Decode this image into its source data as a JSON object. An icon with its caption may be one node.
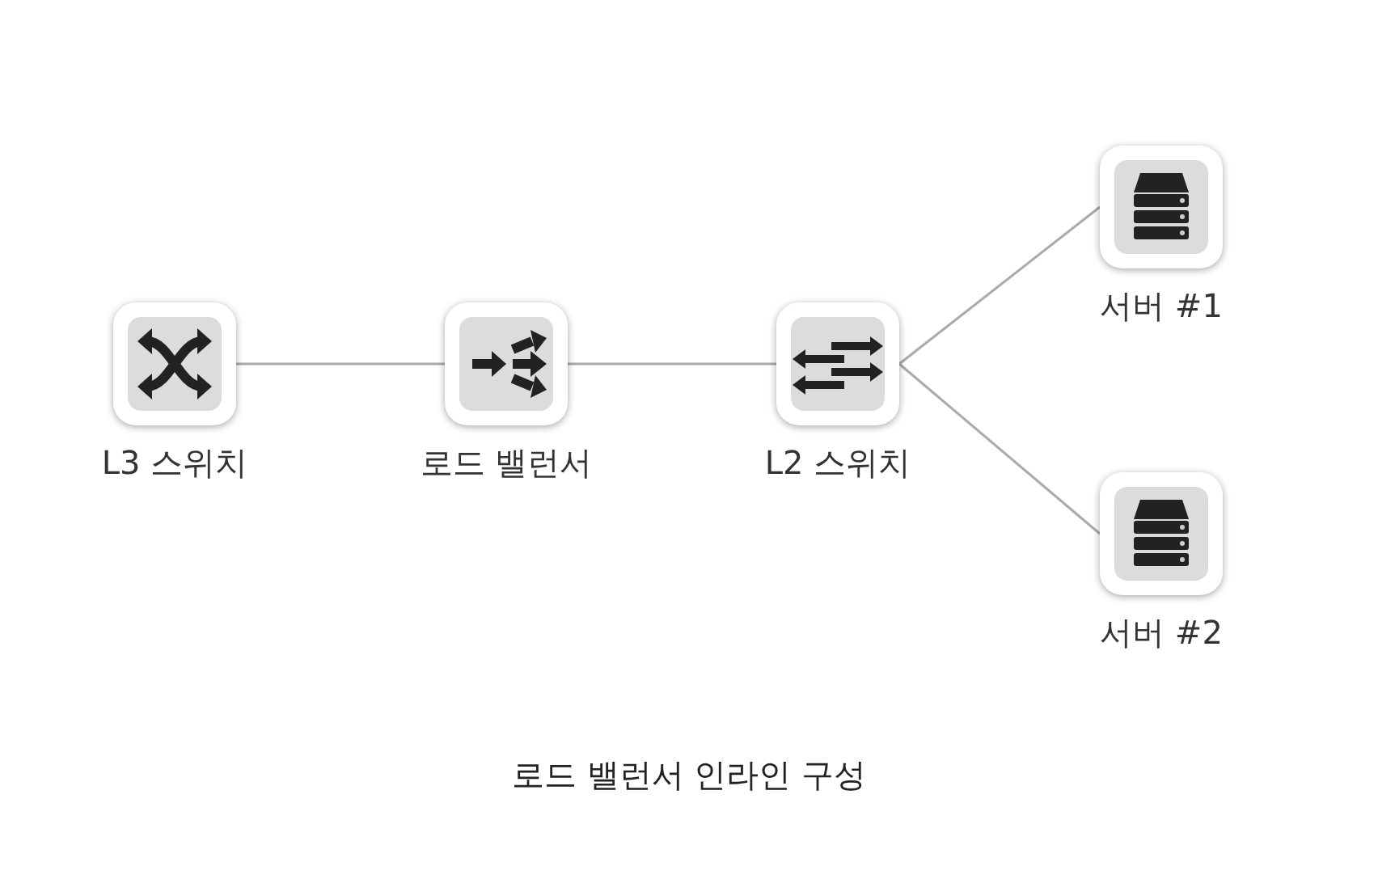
{
  "diagram": {
    "caption": "로드 밸런서 인라인 구성",
    "nodes": [
      {
        "text": [
          "L3 스위치"
        ]
      },
      {
        "text": [
          "로드 밸런서"
        ]
      },
      {
        "text": [
          "L2 스위치"
        ]
      },
      {
        "text": [
          "서버 #1"
        ]
      },
      {
        "text": [
          "서버 #2"
        ]
      }
    ],
    "edges": [
      {
        "from": 0,
        "to": 1,
        "arrow": "none"
      },
      {
        "from": 1,
        "to": 2,
        "arrow": "none"
      },
      {
        "from": 2,
        "to": 3,
        "arrow": "none"
      },
      {
        "from": 2,
        "to": 4,
        "arrow": "none"
      }
    ]
  }
}
